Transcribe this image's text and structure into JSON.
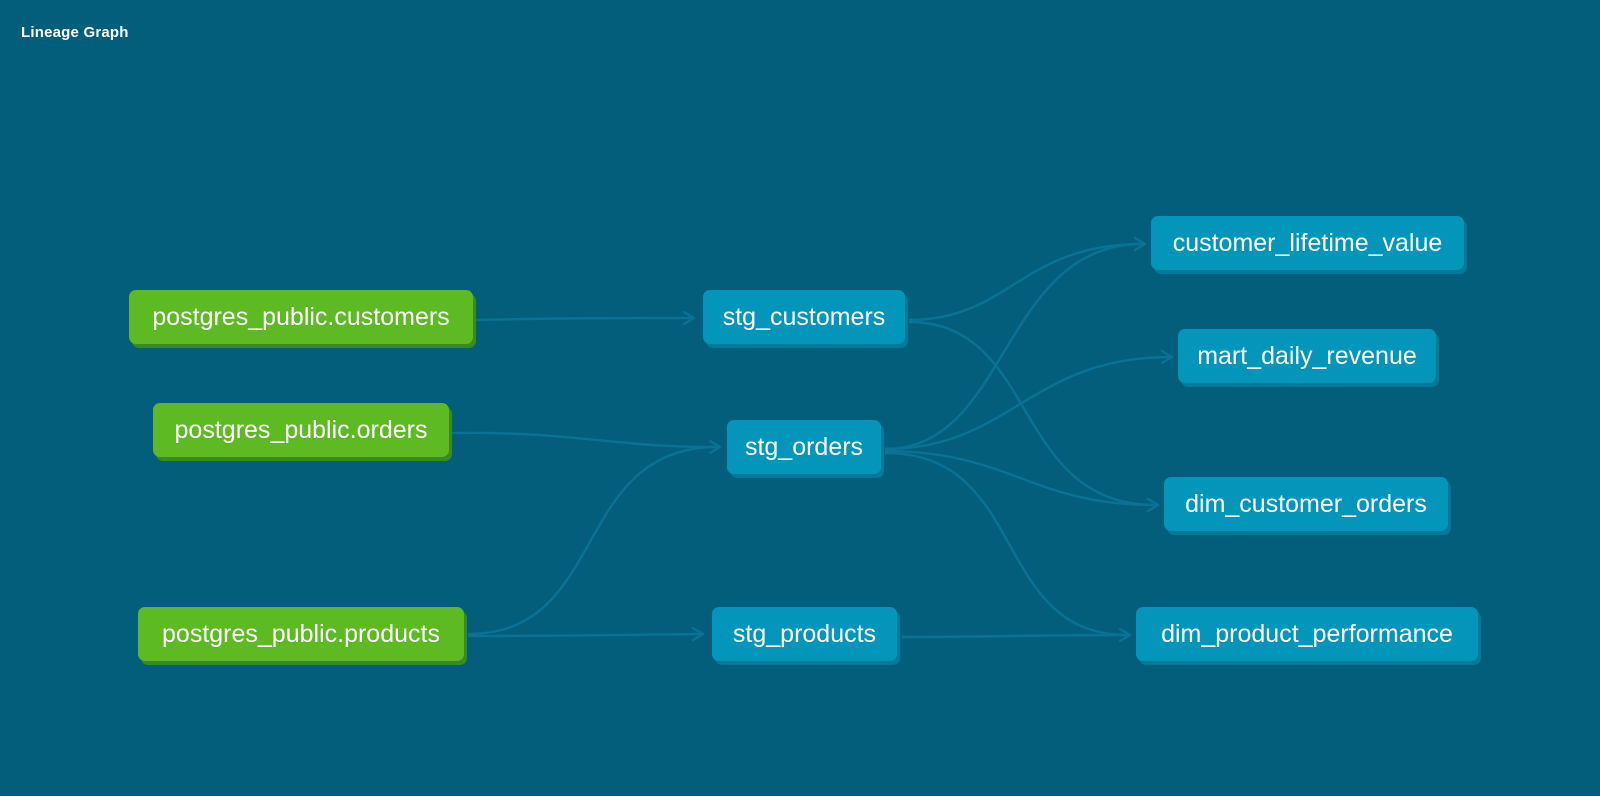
{
  "header": {
    "title": "Lineage Graph"
  },
  "colors": {
    "canvas_background": "#035e7b",
    "source_node": "#5dba23",
    "model_node": "#0496ba",
    "edge": "#0a7294"
  },
  "nodes": {
    "src_customers": {
      "label": "postgres_public.customers",
      "kind": "source"
    },
    "src_orders": {
      "label": "postgres_public.orders",
      "kind": "source"
    },
    "src_products": {
      "label": "postgres_public.products",
      "kind": "source"
    },
    "stg_customers": {
      "label": "stg_customers",
      "kind": "model"
    },
    "stg_orders": {
      "label": "stg_orders",
      "kind": "model"
    },
    "stg_products": {
      "label": "stg_products",
      "kind": "model"
    },
    "customer_lifetime_value": {
      "label": "customer_lifetime_value",
      "kind": "model"
    },
    "mart_daily_revenue": {
      "label": "mart_daily_revenue",
      "kind": "model"
    },
    "dim_customer_orders": {
      "label": "dim_customer_orders",
      "kind": "model"
    },
    "dim_product_performance": {
      "label": "dim_product_performance",
      "kind": "model"
    }
  },
  "edges": [
    {
      "from": "src_customers",
      "to": "stg_customers"
    },
    {
      "from": "src_orders",
      "to": "stg_orders"
    },
    {
      "from": "src_products",
      "to": "stg_orders"
    },
    {
      "from": "src_products",
      "to": "stg_products"
    },
    {
      "from": "stg_customers",
      "to": "customer_lifetime_value"
    },
    {
      "from": "stg_customers",
      "to": "dim_customer_orders"
    },
    {
      "from": "stg_orders",
      "to": "customer_lifetime_value"
    },
    {
      "from": "stg_orders",
      "to": "mart_daily_revenue"
    },
    {
      "from": "stg_orders",
      "to": "dim_customer_orders"
    },
    {
      "from": "stg_orders",
      "to": "dim_product_performance"
    },
    {
      "from": "stg_products",
      "to": "dim_product_performance"
    }
  ]
}
